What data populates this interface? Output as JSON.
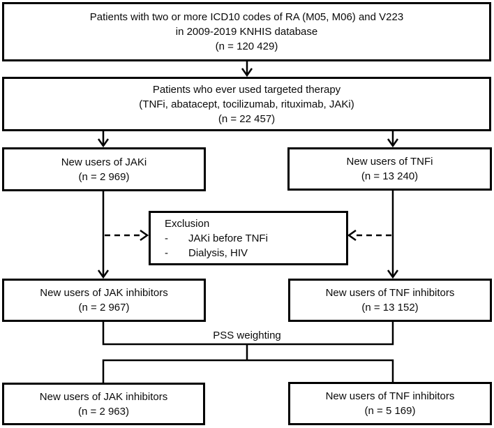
{
  "diagram": {
    "background_color": "#ffffff",
    "line_color": "#000000",
    "pss_weighting_label": "PSS weighting",
    "nodes": {
      "icd10_cohort": {
        "lines": [
          "Patients with two or more ICD10 codes of RA (M05, M06) and V223",
          "in 2009-2019 KNHIS database",
          "(n = 120 429)"
        ]
      },
      "targeted_therapy": {
        "lines": [
          "Patients who ever used targeted therapy",
          "(TNFi, abatacept, tocilizumab, rituximab, JAKi)",
          "(n = 22 457)"
        ]
      },
      "new_users_jaki": {
        "lines": [
          "New users of JAKi",
          "(n = 2 969)"
        ]
      },
      "new_users_tnfi": {
        "lines": [
          "New users of TNFi",
          "(n = 13 240)"
        ]
      },
      "exclusion": {
        "title": "Exclusion",
        "bullet": "-",
        "items": [
          "JAKi before TNFi",
          "Dialysis, HIV"
        ]
      },
      "jak_inhibitors_after_exclusion": {
        "lines": [
          "New users of JAK inhibitors",
          "(n = 2 967)"
        ]
      },
      "tnf_inhibitors_after_exclusion": {
        "lines": [
          "New users of TNF inhibitors",
          "(n = 13 152)"
        ]
      },
      "jak_inhibitors_weighted": {
        "lines": [
          "New users of JAK inhibitors",
          "(n = 2 963)"
        ]
      },
      "tnf_inhibitors_weighted": {
        "lines": [
          "New users of TNF inhibitors",
          "(n = 5 169)"
        ]
      }
    }
  }
}
